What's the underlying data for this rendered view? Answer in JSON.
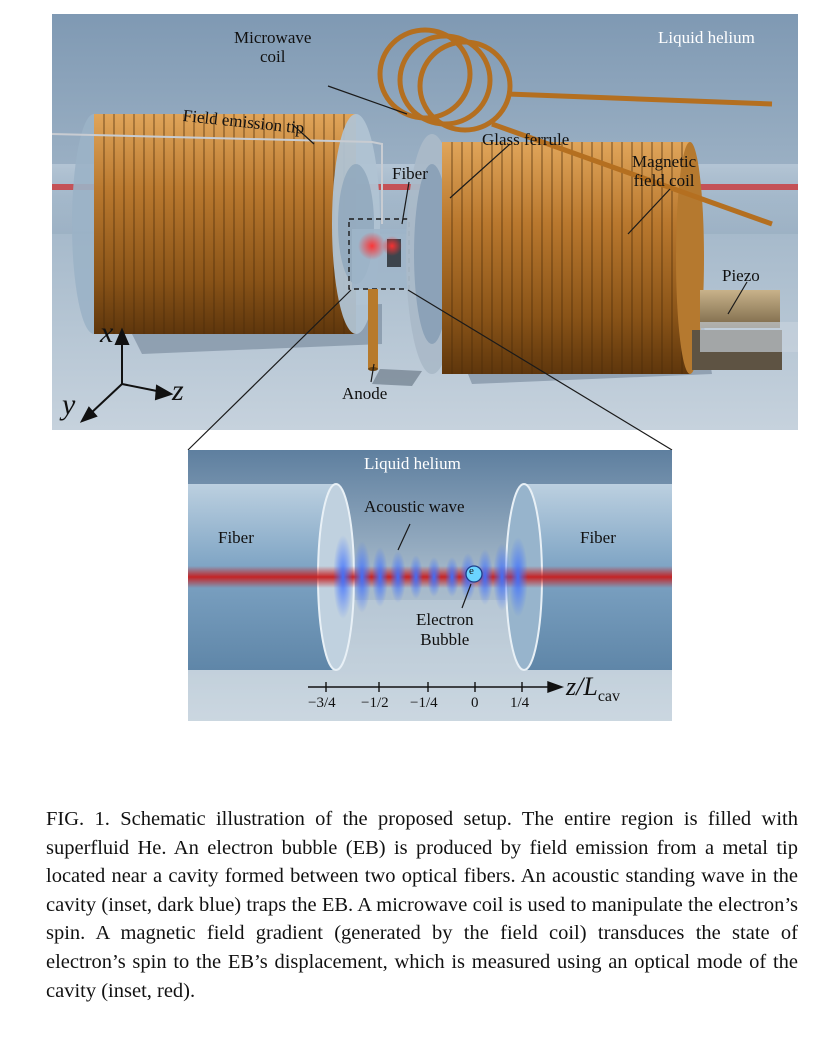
{
  "figure": {
    "main_labels": {
      "microwave_coil_1": "Microwave",
      "microwave_coil_2": "coil",
      "field_emission_tip": "Field emission tip",
      "glass_ferrule": "Glass ferrule",
      "fiber": "Fiber",
      "magnetic_field_coil_1": "Magnetic",
      "magnetic_field_coil_2": "field coil",
      "piezo": "Piezo",
      "anode": "Anode",
      "liquid_helium": "Liquid  helium",
      "axis_x": "x",
      "axis_y": "y",
      "axis_z": "z"
    },
    "inset_labels": {
      "liquid_helium": "Liquid  helium",
      "fiber_left": "Fiber",
      "fiber_right": "Fiber",
      "acoustic_wave": "Acoustic wave",
      "electron_1": "Electron",
      "electron_2": "Bubble",
      "electron_symbol": "e",
      "axis_label_main": "z/L",
      "axis_label_sub": "cav",
      "ticks": [
        "−3/4",
        "−1/2",
        "−1/4",
        "0",
        "1/4"
      ]
    }
  },
  "caption": {
    "text": "FIG. 1. Schematic illustration of the proposed setup. The entire region is filled with superfluid He. An electron bubble (EB) is produced by field emission from a metal tip located near a cavity formed between two optical fibers. An acoustic standing wave in the cavity (inset, dark blue) traps the EB. A microwave coil is used to manipulate the electron’s spin. A magnetic field gradient (generated by the field coil) transduces the state of electron’s spin to the EB’s displacement, which is measured using an optical mode of the cavity (inset, red)."
  },
  "colors": {
    "background_blue": "#8aa2ba",
    "copper": "#b9782e",
    "laser_red": "#cc2020",
    "acoustic_blue": "#2f6dff"
  }
}
